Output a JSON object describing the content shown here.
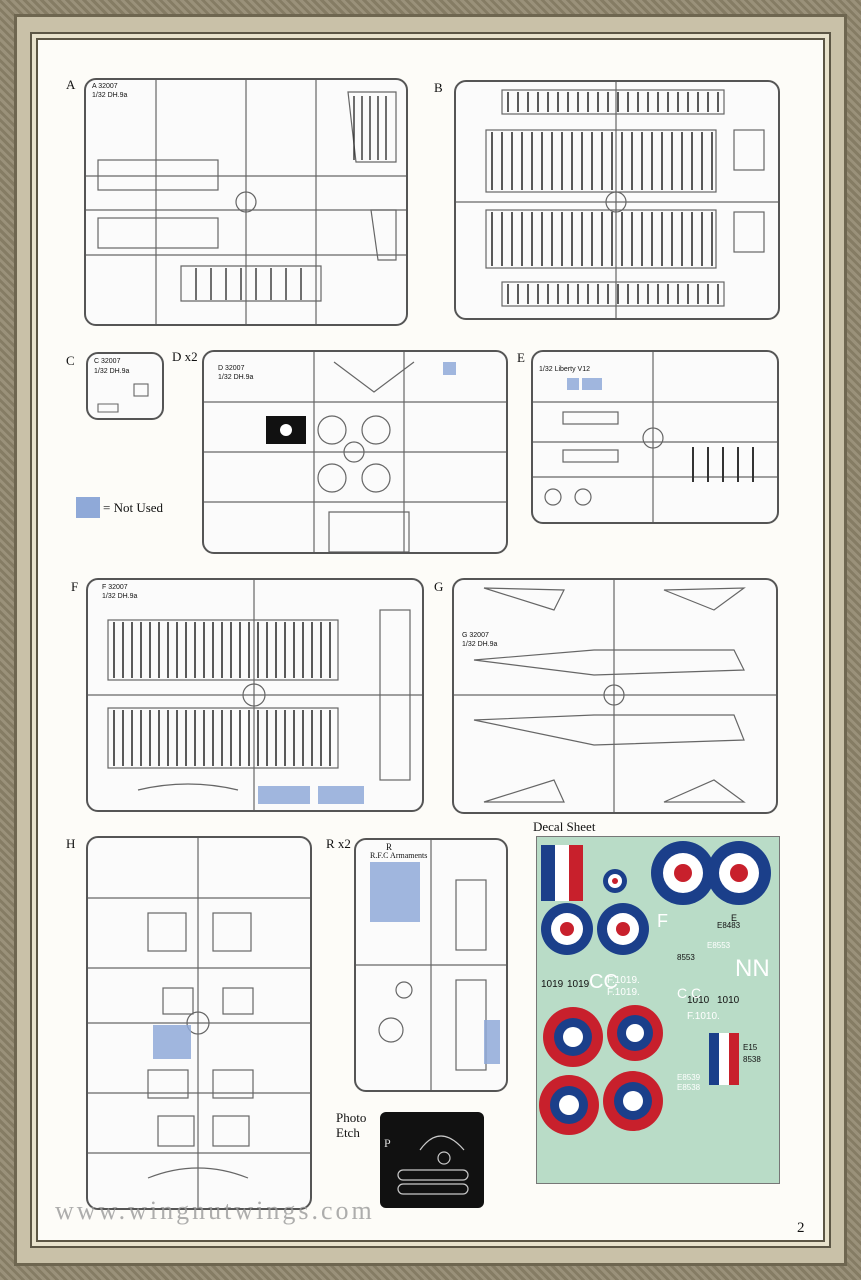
{
  "sprue_labels": {
    "A": "A",
    "B": "B",
    "C": "C",
    "D": "D x2",
    "E": "E",
    "F": "F",
    "G": "G",
    "H": "H",
    "R": "R x2"
  },
  "sprue_marks": {
    "A_code": "A 32007",
    "A_sub": "1/32 DH.9a",
    "C_code": "C 32007",
    "C_sub": "1/32 DH.9a",
    "D_code": "D 32007",
    "D_sub": "1/32 DH.9a",
    "E_sub": "1/32 Liberty V12",
    "F_code": "F 32007",
    "F_sub": "1/32 DH.9a",
    "G_code": "G 32007",
    "G_sub": "1/32 DH.9a",
    "R_code": "R",
    "R_sub": "R.F.C Armaments"
  },
  "legend": {
    "text": "= Not Used",
    "color": "#8fa9d8"
  },
  "decal_sheet": {
    "title": "Decal Sheet",
    "codes": [
      "F.1019.",
      "F.1019.",
      "1019",
      "1019",
      "F.1010.",
      "1010",
      "1010",
      "E8483",
      "E8553",
      "8553",
      "E8539",
      "E8538",
      "E15",
      "8538",
      "NN",
      "CC",
      "C C",
      "F",
      "E"
    ]
  },
  "photo_etch": {
    "title_line1": "Photo",
    "title_line2": "Etch",
    "mark": "P"
  },
  "watermark": "www.wingnutwings.com",
  "page_number": "2",
  "colors": {
    "roundel_blue": "#1b3f8a",
    "roundel_red": "#c8202c",
    "decal_bg": "#b9dcc7"
  }
}
